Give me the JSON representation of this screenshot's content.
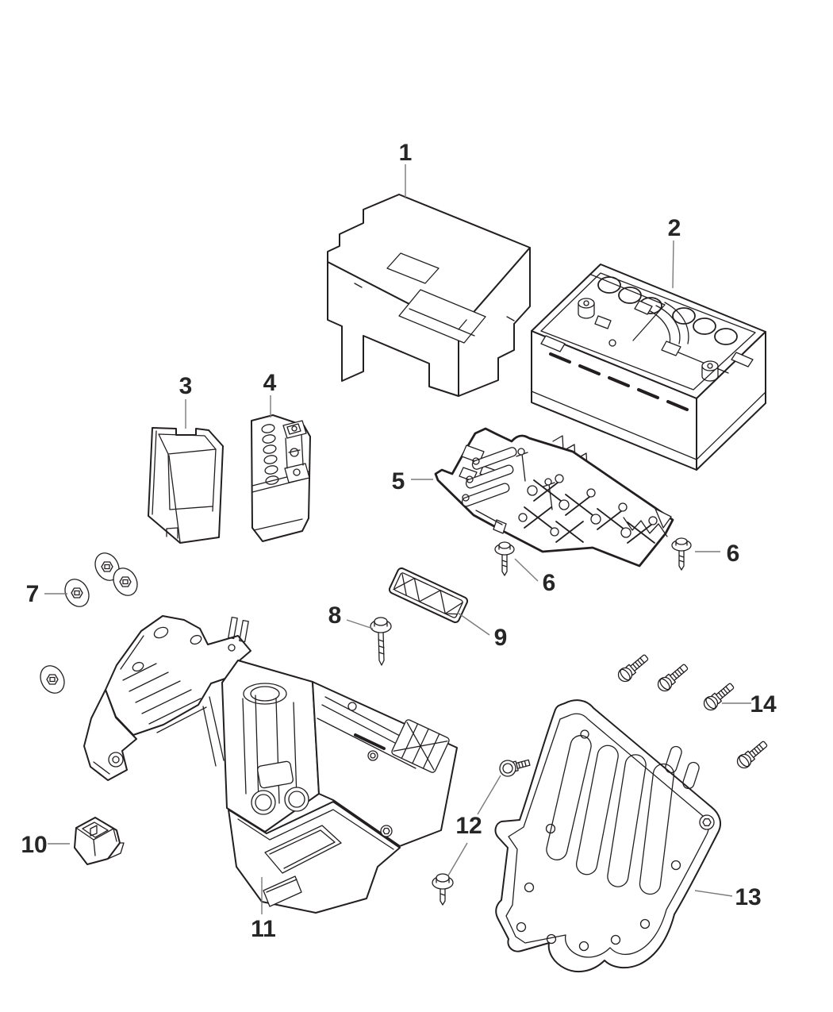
{
  "diagram": {
    "background": "#ffffff",
    "line_color": "#231f20",
    "leader_color": "#7a7a7a",
    "callouts": [
      {
        "number": "1",
        "part": "battery-cover"
      },
      {
        "number": "2",
        "part": "battery"
      },
      {
        "number": "3",
        "part": "battery-shield-box"
      },
      {
        "number": "4",
        "part": "auxiliary-battery"
      },
      {
        "number": "5",
        "part": "battery-tray"
      },
      {
        "number": "6",
        "part": "tray-screw-left"
      },
      {
        "number": "6",
        "part": "tray-screw-right"
      },
      {
        "number": "7",
        "part": "nut-and-washer"
      },
      {
        "number": "8",
        "part": "support-screw"
      },
      {
        "number": "9",
        "part": "support-block"
      },
      {
        "number": "10",
        "part": "retaining-clip"
      },
      {
        "number": "11",
        "part": "battery-support-tray"
      },
      {
        "number": "12",
        "part": "bolt-and-screw"
      },
      {
        "number": "13",
        "part": "skid-plate"
      },
      {
        "number": "14",
        "part": "skid-plate-bolt"
      }
    ]
  }
}
